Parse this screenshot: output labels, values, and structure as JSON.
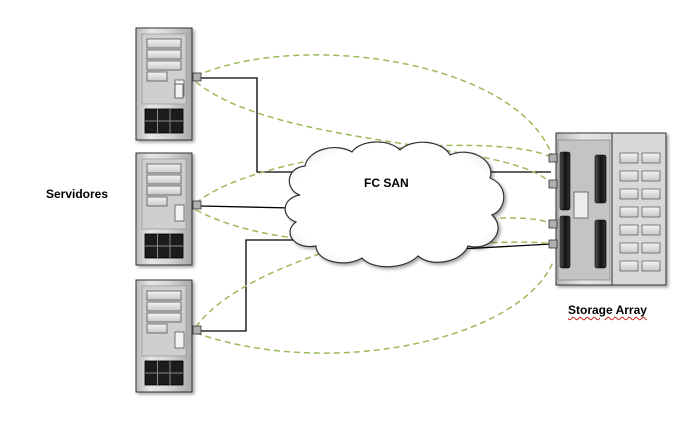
{
  "labels": {
    "servers": "Servidores",
    "san": "FC SAN",
    "storage": "Storage Array"
  },
  "colors": {
    "dashed_path": "#9bbb59",
    "solid_link": "#000000",
    "device_body": "#d0d0d0"
  },
  "icons": {
    "server": "server-tower-icon",
    "storage": "storage-array-icon",
    "network": "fc-san-cloud"
  }
}
